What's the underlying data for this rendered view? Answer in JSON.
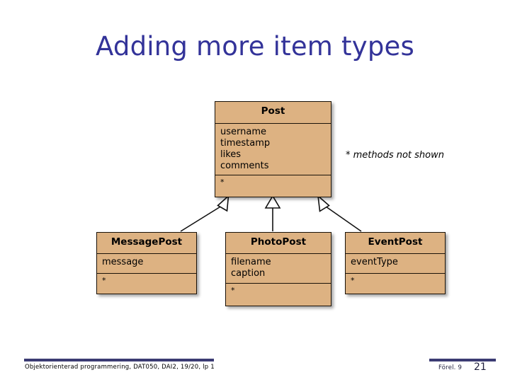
{
  "slide": {
    "title": "Adding more item types",
    "title_color": "#333399",
    "background_color": "#ffffff"
  },
  "diagram": {
    "type": "uml-class-diagram",
    "box_fill_color": "#ddb282",
    "box_border_color": "#1a1208",
    "note": "* methods not shown",
    "classes": [
      {
        "id": "post",
        "name": "Post",
        "attributes": [
          "username",
          "timestamp",
          "likes",
          "comments"
        ],
        "methods_marker": "*"
      },
      {
        "id": "messagepost",
        "name": "MessagePost",
        "attributes": [
          "message"
        ],
        "methods_marker": "*"
      },
      {
        "id": "photopost",
        "name": "PhotoPost",
        "attributes": [
          "filename",
          "caption"
        ],
        "methods_marker": "*"
      },
      {
        "id": "eventpost",
        "name": "EventPost",
        "attributes": [
          "eventType"
        ],
        "methods_marker": "*"
      }
    ],
    "generalizations": [
      {
        "from": "messagepost",
        "to": "post"
      },
      {
        "from": "photopost",
        "to": "post"
      },
      {
        "from": "eventpost",
        "to": "post"
      }
    ]
  },
  "footer": {
    "course": "Objektorienterad programmering, DAT050, DAI2, 19/20, lp 1",
    "lecture": "Förel. 9",
    "page_number": "21",
    "rule_color": "#3b3b73"
  }
}
